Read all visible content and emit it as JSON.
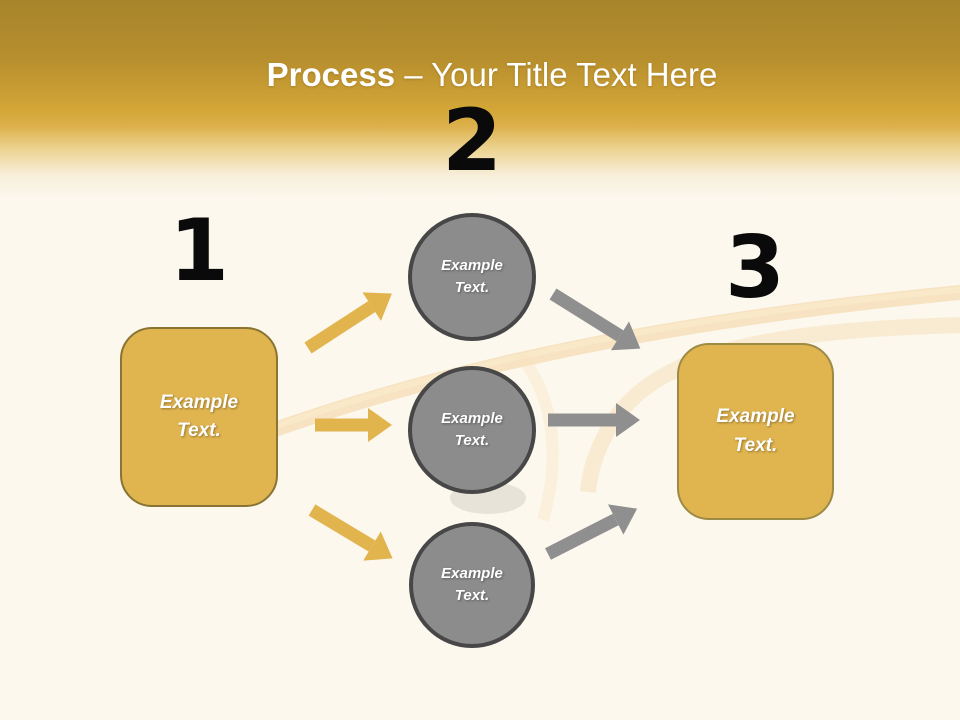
{
  "title": {
    "emphasis": "Process",
    "rest": "– Your Title Text Here"
  },
  "steps": {
    "one": {
      "number": "1"
    },
    "two": {
      "number": "2"
    },
    "three": {
      "number": "3"
    }
  },
  "shapes": {
    "left_box": {
      "text": "Example Text."
    },
    "right_box": {
      "text": "Example Text."
    },
    "circle_top": {
      "text": "Example Text."
    },
    "circle_middle": {
      "text": "Example Text."
    },
    "circle_bottom": {
      "text": "Example Text."
    }
  },
  "colors": {
    "band_gold_dark": "#A7842B",
    "band_gold": "#D9AC3B",
    "background_cream": "#FCF8EE",
    "box_gold": "#E0B44E",
    "box_border_olive": "#8A7434",
    "circle_gray": "#8C8C8C",
    "circle_border_gray": "#474747",
    "arrow_gold": "#E2B44E",
    "arrow_gray": "#8F8F8F",
    "number_black": "#0A0A0A",
    "title_white": "#FFFFFF"
  }
}
